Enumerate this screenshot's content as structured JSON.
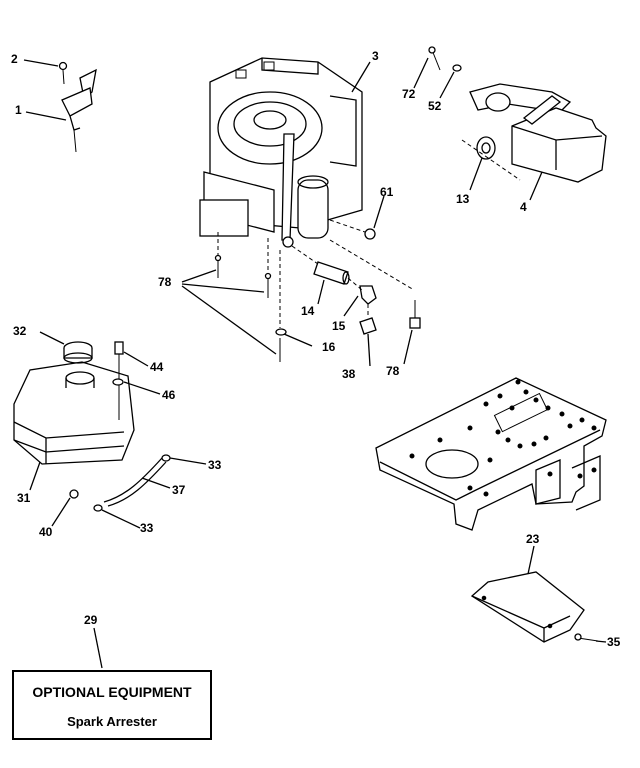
{
  "callouts": [
    {
      "id": "c-2",
      "label": "2"
    },
    {
      "id": "c-1",
      "label": "1"
    },
    {
      "id": "c-3",
      "label": "3"
    },
    {
      "id": "c-72",
      "label": "72"
    },
    {
      "id": "c-52",
      "label": "52"
    },
    {
      "id": "c-13",
      "label": "13"
    },
    {
      "id": "c-4",
      "label": "4"
    },
    {
      "id": "c-61",
      "label": "61"
    },
    {
      "id": "c-78a",
      "label": "78"
    },
    {
      "id": "c-14",
      "label": "14"
    },
    {
      "id": "c-15",
      "label": "15"
    },
    {
      "id": "c-16",
      "label": "16"
    },
    {
      "id": "c-38",
      "label": "38"
    },
    {
      "id": "c-78b",
      "label": "78"
    },
    {
      "id": "c-32",
      "label": "32"
    },
    {
      "id": "c-44",
      "label": "44"
    },
    {
      "id": "c-46",
      "label": "46"
    },
    {
      "id": "c-33a",
      "label": "33"
    },
    {
      "id": "c-31",
      "label": "31"
    },
    {
      "id": "c-37",
      "label": "37"
    },
    {
      "id": "c-40",
      "label": "40"
    },
    {
      "id": "c-33b",
      "label": "33"
    },
    {
      "id": "c-23",
      "label": "23"
    },
    {
      "id": "c-35",
      "label": "35"
    },
    {
      "id": "c-29",
      "label": "29"
    }
  ],
  "optional_box": {
    "title": "OPTIONAL EQUIPMENT",
    "subtitle": "Spark Arrester"
  }
}
